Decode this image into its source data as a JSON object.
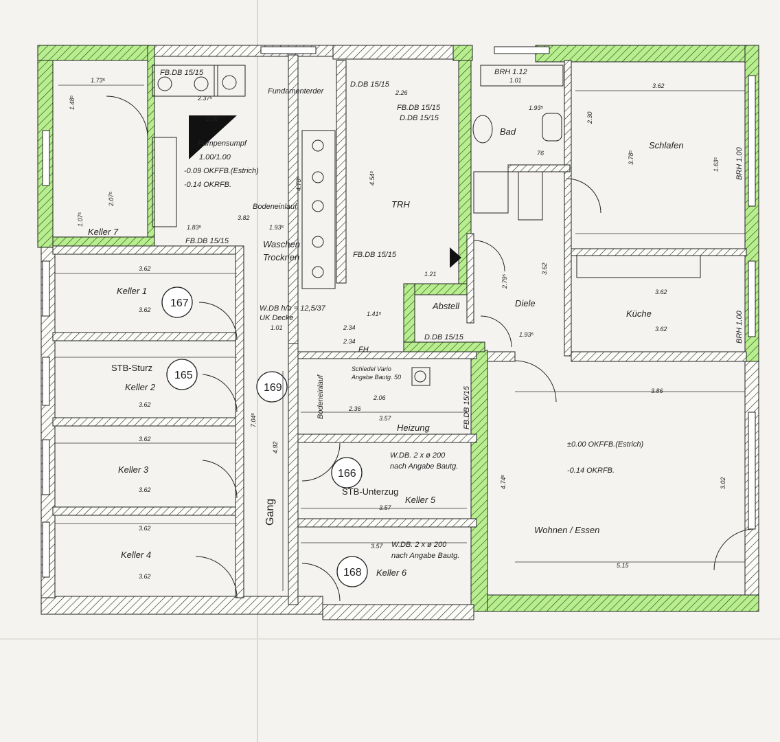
{
  "plan": {
    "rooms": {
      "keller7": "Keller 7",
      "keller1": "Keller 1",
      "keller2": "Keller 2",
      "keller3": "Keller 3",
      "keller4": "Keller 4",
      "keller5": "Keller 5",
      "keller6": "Keller 6",
      "trh": "TRH",
      "bad": "Bad",
      "schlafen": "Schlafen",
      "diele": "Diele",
      "kueche": "Küche",
      "abstell": "Abstell",
      "heizung": "Heizung",
      "gang": "Gang",
      "wohnen": "Wohnen / Essen",
      "waschen": "Waschen",
      "trocknen": "Trocknen"
    },
    "markers": [
      "167",
      "165",
      "169",
      "166",
      "168"
    ],
    "annotations": {
      "fbdb_top": "FB.DB 15/15",
      "fundament": "Fundamenterder",
      "pumpensumpf": "Pumpensumpf",
      "pumpensumpf_size": "1.00/1.00",
      "okffb_estrich_left": "-0.09 OKFFB.(Estrich)",
      "okrfb_left": "-0.14 OKRFB.",
      "bodeneinlauf": "Bodeneinlauf",
      "fbdb_mid": "FB.DB 15/15",
      "ddb_trh": "D.DB 15/15",
      "fbddb_trh": "FB.DB 15/15",
      "ddb_trh2": "D.DB 15/15",
      "fbdb_trh_bottom": "FB.DB 15/15",
      "brh_bad": "BRH 1.12",
      "brh_schlafen": "BRH 1.00",
      "brh_kueche": "BRH 1.00",
      "wdb": "W.DB h/b = 12,5/37",
      "uk_decke": "UK Decke",
      "fh": "FH",
      "ddb_abstell": "D.DB 15/15",
      "stb_sturz": "STB-Sturz",
      "schiedel": "Schiedel Vario",
      "angabe": "Angabe Bautg. 50",
      "bodeneinlauf2": "Bodeneinlauf",
      "fbdb_heizung": "FB.DB 15/15",
      "wdb_a": "W.DB.  2 x ø 200",
      "nach_angabe_a": "nach Angabe Bautg.",
      "stb_unterzug": "STB-Unterzug",
      "wdb_b": "W.DB.  2 x ø 200",
      "nach_angabe_b": "nach Angabe Bautg.",
      "okffb_estrich_right": "±0.00 OKFFB.(Estrich)",
      "okrfb_right": "-0.14 OKRFB."
    },
    "dimensions": {
      "k7_a": "1.73⁵",
      "k7_b": "1.48⁵",
      "k7_c": "2.07⁵",
      "k7_d": "1.07⁵",
      "top_237": "2.37⁵",
      "top_200": "2.00",
      "top_382": "3.82",
      "top_183": "1.83⁵",
      "top_1935": "1.93⁵",
      "top_478": "4.78⁵",
      "trh_226": "2.26",
      "trh_454": "4.54⁵",
      "trh_121": "1.21",
      "bad_101": "1.01",
      "bad_1935": "1.93⁵",
      "bad_76": "76",
      "schl_362": "3.62",
      "schl_378": "3.78⁵",
      "schl_230": "2.30",
      "schl_163": "1.63⁵",
      "k1_362a": "3.62",
      "k1_362b": "3.62",
      "k2_362": "3.62",
      "k3_362a": "3.62",
      "k3_362b": "3.62",
      "k4_362a": "3.62",
      "k4_362b": "3.62",
      "gang_492": "4.92",
      "gang_704": "7.04⁵",
      "mid_234a": "2.34",
      "mid_234b": "2.34",
      "mid_101": "1.01",
      "mid_141": "1.41⁵",
      "heiz_357": "3.57",
      "heiz_236": "2.36",
      "heiz_206": "2.06",
      "k5_357": "3.57",
      "k6_357": "3.57",
      "diele_362": "3.62",
      "diele_279": "2.79⁵",
      "diele_193": "1.93⁵",
      "kue_362a": "3.62",
      "kue_362b": "3.62",
      "wo_386": "3.86",
      "wo_474": "4.74⁵",
      "wo_515": "5.15",
      "wo_302": "3.02"
    }
  }
}
